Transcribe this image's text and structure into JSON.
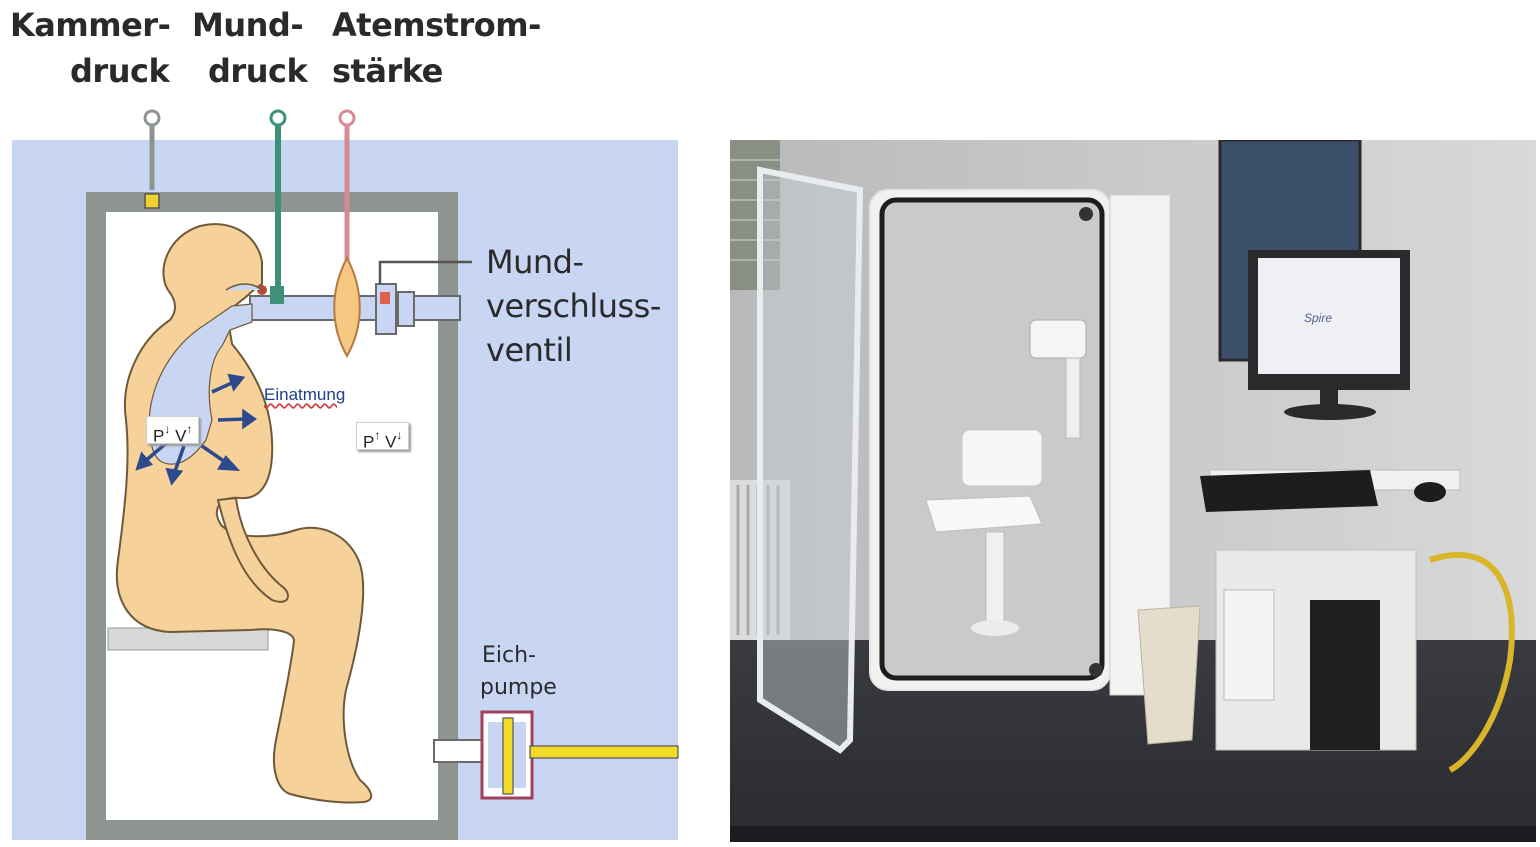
{
  "diagram": {
    "labels": {
      "kammerdruck_1": "Kammer-",
      "kammerdruck_2": "druck",
      "munddruck_1": "Mund-",
      "munddruck_2": "druck",
      "atemstrom_1": "Atemstrom-",
      "atemstrom_2": "stärke",
      "ventil_1": "Mund-",
      "ventil_2": "verschluss-",
      "ventil_3": "ventil",
      "eichpumpe_1": "Eich-",
      "eichpumpe_2": "pumpe",
      "einatmung": "Einatmung"
    },
    "pv_lung": {
      "p": "P",
      "p_arrow": "↓",
      "v": "V",
      "v_arrow": "↑"
    },
    "pv_chamber": {
      "p": "P",
      "p_arrow": "↑",
      "v": "V",
      "v_arrow": "↓"
    },
    "colors": {
      "background": "#c9d6f3",
      "chamber_wall": "#8e9590",
      "body": "#f6d19a",
      "body_outline": "#6e5a3a",
      "lung": "#c9d6f3",
      "arrow": "#2c4a8c",
      "sensor_green": "#3f8f7a",
      "sensor_pink": "#d88a92",
      "sensor_yellow": "#f2d22e",
      "pump_yellow": "#f2dc2a"
    }
  },
  "photo": {
    "monitor_logo": "Spire",
    "icons": [
      "plethysmograph-cabin-image",
      "chair-icon",
      "monitor-icon",
      "keyboard-icon",
      "mouse-icon"
    ]
  }
}
